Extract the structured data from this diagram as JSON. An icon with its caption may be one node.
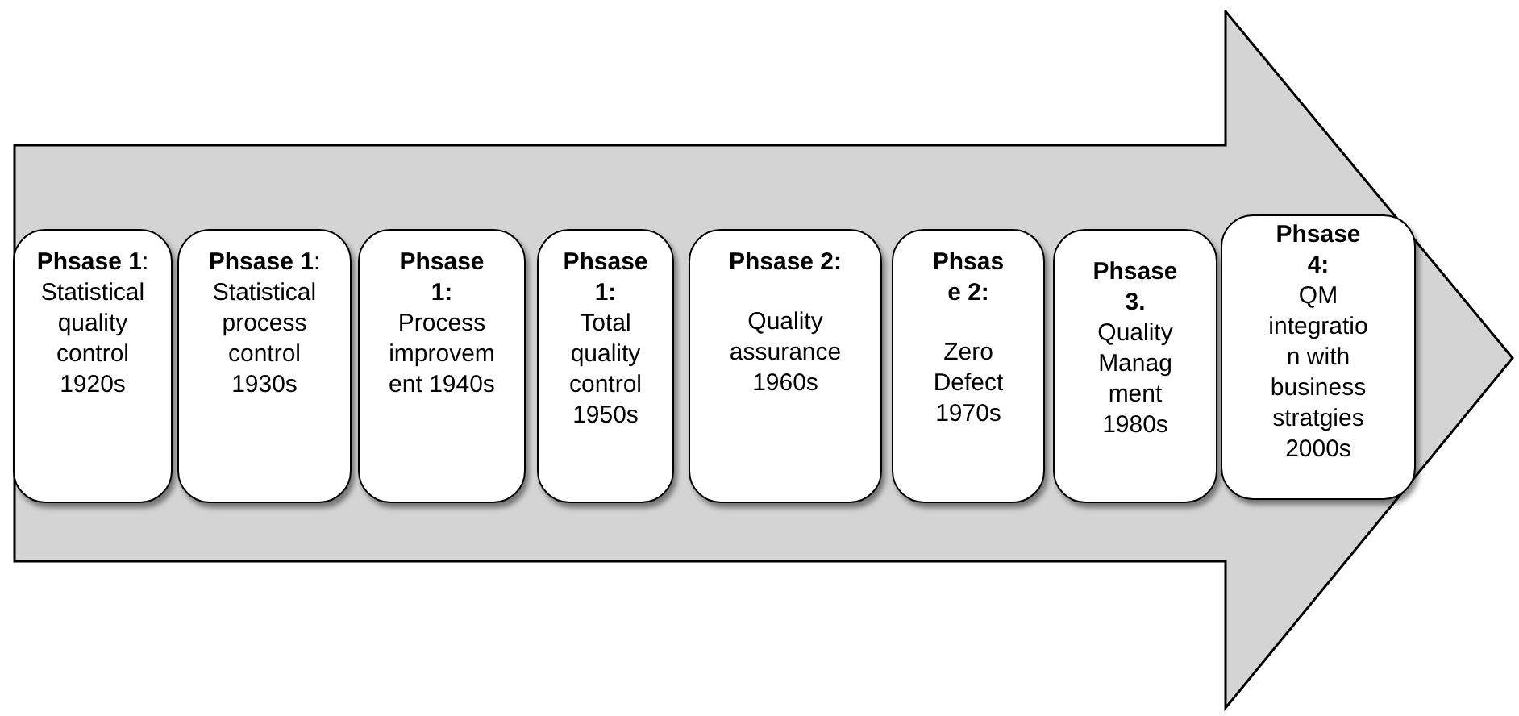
{
  "diagram": {
    "nodes": [
      {
        "text": [],
        "shape": "arrow"
      },
      {
        "text": [
          "**Phsase 1**:",
          "Statistical quality control 1920s"
        ],
        "in": 0
      },
      {
        "text": [
          "**Phsase 1**:",
          "Statistical process control 1930s"
        ],
        "in": 0
      },
      {
        "text": [
          "Phsase 1:",
          "Process improvement 1940s"
        ],
        "in": 0
      },
      {
        "text": [
          "Phsase 1:",
          "Total quality control 1950s"
        ],
        "in": 0
      },
      {
        "text": [
          "Phsase 2:",
          "Quality assurance 1960s"
        ],
        "in": 0
      },
      {
        "text": [
          "Phsase 2:",
          "Zero Defect 1970s"
        ],
        "in": 0
      },
      {
        "text": [
          "Phsase 3.",
          "Quality Managment 1980s"
        ],
        "in": 0
      },
      {
        "text": [
          "Phsase 4:",
          "QM integration with business stratgies 2000s"
        ],
        "in": 0
      }
    ]
  }
}
